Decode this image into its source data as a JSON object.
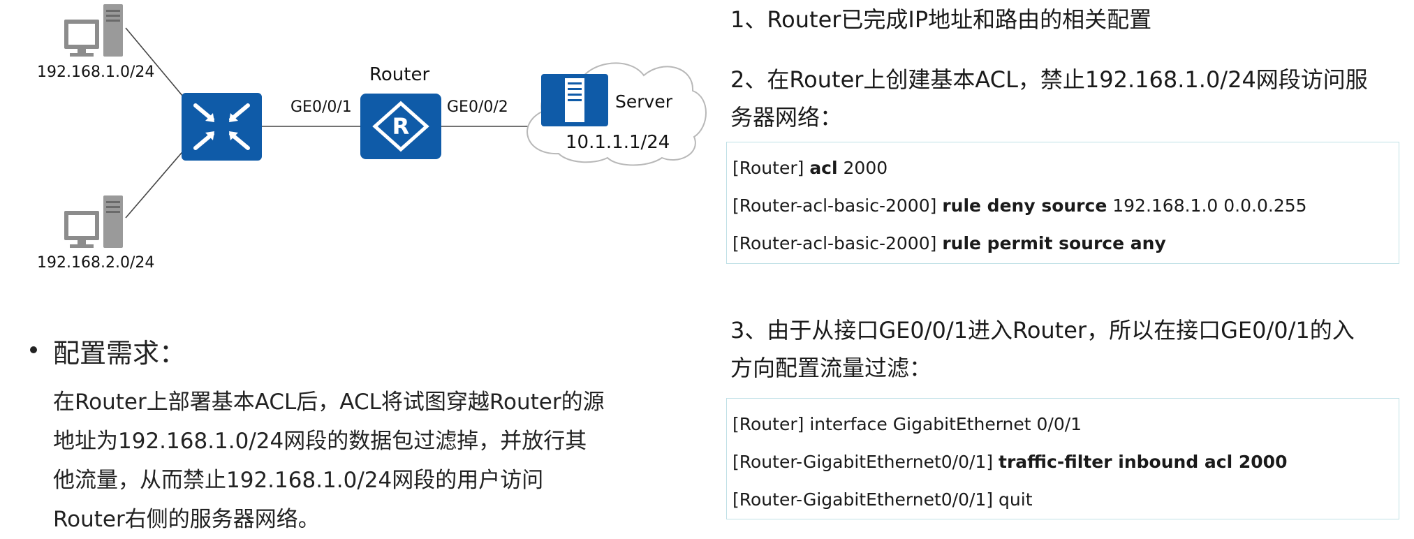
{
  "topology": {
    "pc_top_label": "192.168.1.0/24",
    "pc_bottom_label": "192.168.2.0/24",
    "router_label": "Router",
    "port_left": "GE0/0/1",
    "port_right": "GE0/0/2",
    "server_label": "Server",
    "server_ip": "10.1.1.1/24"
  },
  "requirement": {
    "title": "配置需求：",
    "body_lines": [
      "在Router上部署基本ACL后，ACL将试图穿越Router的源",
      "地址为192.168.1.0/24网段的数据包过滤掉，并放行其",
      "他流量，从而禁止192.168.1.0/24网段的用户访问",
      "Router右侧的服务器网络。"
    ]
  },
  "steps": {
    "s1": "1、Router已完成IP地址和路由的相关配置",
    "s2_line1": "2、在Router上创建基本ACL，禁止192.168.1.0/24网段访问服",
    "s2_line2": "务器网络：",
    "s3_line1": "3、由于从接口GE0/0/1进入Router，所以在接口GE0/0/1的入",
    "s3_line2": "方向配置流量过滤："
  },
  "code1": [
    {
      "prompt": "[Router] ",
      "cmd": "acl",
      "rest": " 2000"
    },
    {
      "prompt": "[Router-acl-basic-2000] ",
      "cmd": "rule deny source",
      "rest": " 192.168.1.0  0.0.0.255"
    },
    {
      "prompt": "[Router-acl-basic-2000] ",
      "cmd": "rule permit source any",
      "rest": ""
    }
  ],
  "code2": [
    {
      "prompt": "[Router] ",
      "cmd": "",
      "rest": "interface GigabitEthernet 0/0/1"
    },
    {
      "prompt": "[Router-GigabitEthernet0/0/1] ",
      "cmd": "traffic-filter inbound acl 2000",
      "rest": ""
    },
    {
      "prompt": "[Router-GigabitEthernet0/0/1] ",
      "cmd": "",
      "rest": "quit"
    }
  ],
  "colors": {
    "device_blue": "#0f5ba8",
    "cloud_stroke": "#b8b8b8",
    "box_border": "#bfe0e6",
    "pc_gray": "#8c8c8c"
  },
  "icons": [
    "pc-icon",
    "switch-icon",
    "router-icon",
    "server-icon",
    "cloud-icon"
  ]
}
